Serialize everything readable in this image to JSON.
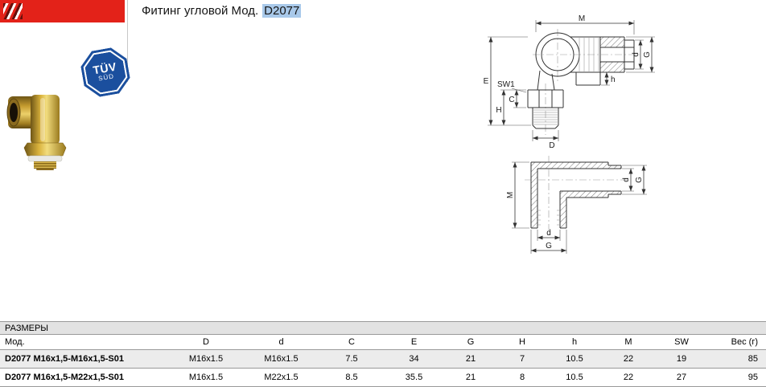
{
  "title": {
    "prefix": "Фитинг угловой Мод.",
    "model": "D2077",
    "highlight_color": "#a9c9ea"
  },
  "brand": {
    "color": "#e32219"
  },
  "badge": {
    "line1": "TÜV",
    "line2": "SÜD",
    "color": "#1b4f9e"
  },
  "drawing": {
    "v1": {
      "m": "M",
      "d": "d",
      "g": "G",
      "sw": "SW1",
      "e": "E",
      "c": "C",
      "h_upper": "H",
      "h_lower": "h",
      "d_bottom": "D"
    },
    "v2": {
      "m": "M",
      "d_right": "d",
      "g_right": "G",
      "d_bottom": "d",
      "g_bottom": "G"
    }
  },
  "table": {
    "section_title": "РАЗМЕРЫ",
    "columns": [
      "Мод.",
      "D",
      "d",
      "C",
      "E",
      "G",
      "H",
      "h",
      "M",
      "SW",
      "Вес (г)"
    ],
    "rows": [
      {
        "model": "D2077 M16x1,5-M16x1,5-S01",
        "values": [
          "M16x1.5",
          "M16x1.5",
          "7.5",
          "34",
          "21",
          "7",
          "10.5",
          "22",
          "19",
          "85"
        ]
      },
      {
        "model": "D2077 M16x1,5-M22x1,5-S01",
        "values": [
          "M16x1.5",
          "M22x1.5",
          "8.5",
          "35.5",
          "21",
          "8",
          "10.5",
          "22",
          "27",
          "95"
        ]
      }
    ]
  }
}
